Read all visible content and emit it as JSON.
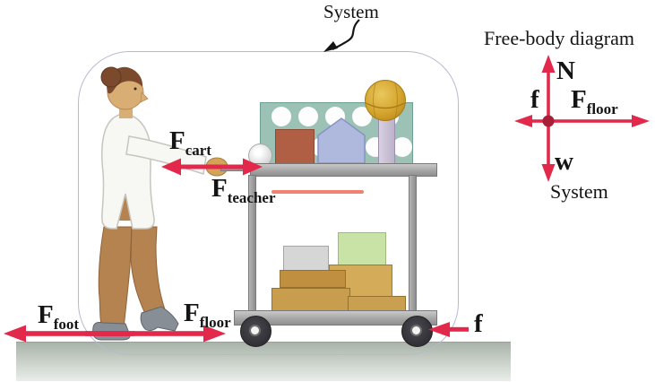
{
  "figure": {
    "type": "physics-force-diagram",
    "system_label": "System",
    "accent_color": "#e2294b",
    "system_boundary_color": "#b6bacd",
    "ground_color": "#a9b3a9",
    "forces": {
      "f_cart": {
        "main": "F",
        "sub": "cart"
      },
      "f_teacher": {
        "main": "F",
        "sub": "teacher"
      },
      "f_foot": {
        "main": "F",
        "sub": "foot"
      },
      "f_floor": {
        "main": "F",
        "sub": "floor"
      },
      "friction": "f"
    },
    "fbd": {
      "title": "Free-body diagram",
      "normal": "N",
      "friction": "f",
      "floor_force": {
        "main": "F",
        "sub": "floor"
      },
      "weight": "w",
      "system_label": "System",
      "dot_color": "#a81e37"
    }
  }
}
